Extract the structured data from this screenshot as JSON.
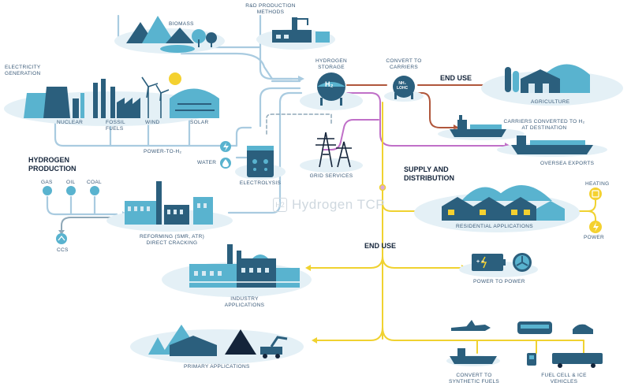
{
  "colors": {
    "blue_line": "#a9cbe0",
    "brown_line": "#b0563b",
    "purple_line": "#c070c8",
    "yellow_line": "#f0d230",
    "gray_line": "#8fa8b8",
    "dark_teal": "#2b5f7d",
    "light_teal": "#59b3cf",
    "pale_blue": "#d7e9f2",
    "sun": "#f4d130"
  },
  "labels": {
    "rd_production": "R&D PRODUCTION\nMETHODS",
    "biomass": "BIOMASS",
    "electricity_generation": "ELECTRICITY\nGENERATION",
    "nuclear": "NUCLEAR",
    "fossil_fuels": "FOSSIL\nFUELS",
    "wind": "WIND",
    "solar": "SOLAR",
    "power_to_h2": "POWER-TO-H₂",
    "water": "WATER",
    "electrolysis": "ELECTROLYSIS",
    "hydrogen_production": "HYDROGEN\nPRODUCTION",
    "gas": "GAS",
    "oil": "OIL",
    "coal": "COAL",
    "ccs": "CCS",
    "reforming": "REFORMING (SMR, ATR)\nDIRECT CRACKING",
    "hydrogen_storage": "HYDROGEN\nSTORAGE",
    "convert_to_carriers": "CONVERT TO\nCARRIERS",
    "grid_services": "GRID SERVICES",
    "end_use_top": "END USE",
    "agriculture": "AGRICULTURE",
    "carriers_converted": "CARRIERS CONVERTED TO H₂\nAT DESTINATION",
    "oversea_exports": "OVERSEA EXPORTS",
    "supply_distribution": "SUPPLY AND\nDISTRIBUTION",
    "heating": "HEATING",
    "power": "POWER",
    "residential_applications": "RESIDENTIAL APPLICATIONS",
    "end_use_mid": "END USE",
    "power_to_power": "POWER TO POWER",
    "industry_applications": "INDUSTRY\nAPPLICATIONS",
    "primary_applications": "PRIMARY APPLICATIONS",
    "convert_to_synthetic_fuels": "CONVERT TO\nSYNTHETIC FUELS",
    "fuel_cell_ice": "FUEL CELL & ICE\nVEHICLES"
  },
  "icons": {
    "h2_tank": "H₂",
    "carrier_tank": "NH₃\nLOHC",
    "battery_plus_minus": "+ −"
  },
  "watermark": {
    "logo": "H2",
    "text": "Hydrogen TCP"
  }
}
